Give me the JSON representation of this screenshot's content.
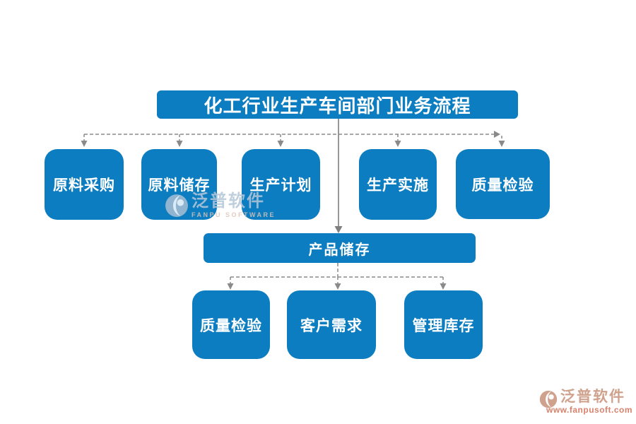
{
  "title": {
    "label": "化工行业生产车间部门业务流程"
  },
  "row1": [
    {
      "label": "原料采购"
    },
    {
      "label": "原料储存"
    },
    {
      "label": "生产计划"
    },
    {
      "label": "生产实施"
    },
    {
      "label": "质量检验"
    }
  ],
  "middle": {
    "label": "产品储存"
  },
  "row2": [
    {
      "label": "质量检验"
    },
    {
      "label": "客户需求"
    },
    {
      "label": "管理库存"
    }
  ],
  "watermark_center": {
    "brand": "泛普软件",
    "subtitle": "FANPU SOFTWARE"
  },
  "watermark_corner": {
    "brand": "泛普软件",
    "url": "www.fanpusoft.com"
  },
  "colors": {
    "node_blue": "#0c7dc0",
    "node_text": "#ffffff",
    "connector_gray": "#818181"
  }
}
